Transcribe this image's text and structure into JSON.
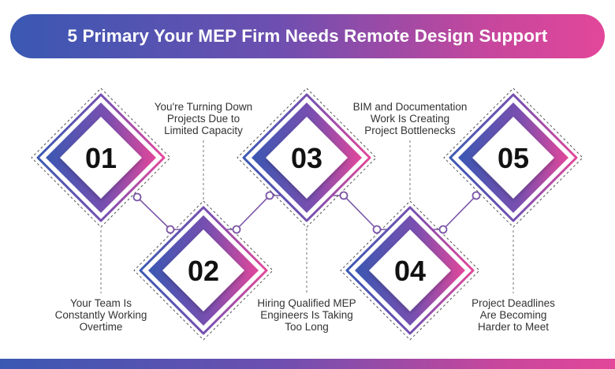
{
  "title": "5 Primary Your MEP Firm Needs Remote Design Support",
  "colors": {
    "gradient_start": "#3a58b2",
    "gradient_mid": "#6d4fb0",
    "gradient_end": "#e2479a",
    "text": "#111111"
  },
  "steps": [
    {
      "number": "01",
      "lines": [
        "Your Team Is",
        "Constantly Working",
        "Overtime"
      ]
    },
    {
      "number": "02",
      "lines": [
        "You're Turning Down",
        "Projects Due to",
        "Limited Capacity"
      ]
    },
    {
      "number": "03",
      "lines": [
        "Hiring Qualified MEP",
        "Engineers Is Taking",
        "Too Long"
      ]
    },
    {
      "number": "04",
      "lines": [
        "BIM and Documentation",
        "Work Is Creating",
        "Project Bottlenecks"
      ]
    },
    {
      "number": "05",
      "lines": [
        "Project Deadlines",
        "Are Becoming",
        "Harder to Meet"
      ]
    }
  ]
}
